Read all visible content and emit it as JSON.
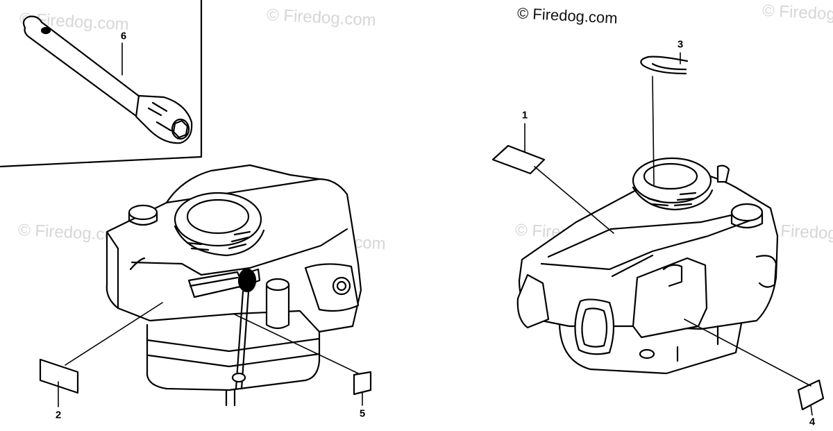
{
  "watermarks": {
    "primary": "© Firedog.com",
    "faded": [
      "© Firedog.com",
      "© Firedog.com",
      "© Firedog.com",
      "© Firedog.com",
      "© Firedog.com",
      "© Firedog.com",
      "© Firedog.com"
    ]
  },
  "callouts": [
    {
      "id": "part-1",
      "label": "1"
    },
    {
      "id": "part-2",
      "label": "2"
    },
    {
      "id": "part-3",
      "label": "3"
    },
    {
      "id": "part-4",
      "label": "4"
    },
    {
      "id": "part-5",
      "label": "5"
    },
    {
      "id": "part-6",
      "label": "6"
    }
  ],
  "colors": {
    "ink": "#000000",
    "paper": "#ffffff",
    "watermark": "#d6d6d6"
  }
}
